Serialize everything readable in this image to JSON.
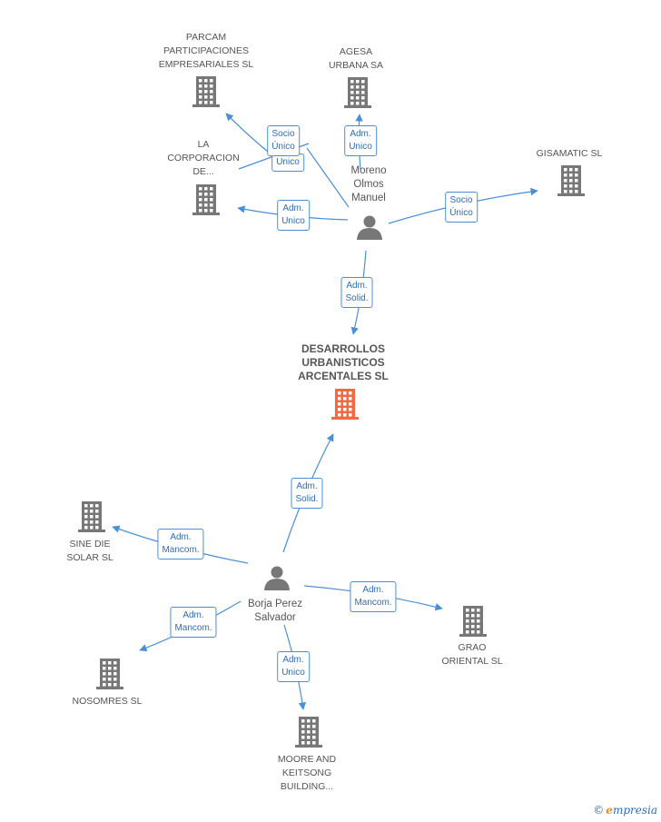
{
  "colors": {
    "edge": "#4a90d9",
    "company": "#777777",
    "main_company": "#f26a3d",
    "person": "#777777"
  },
  "nodes": [
    {
      "id": "parcam",
      "kind": "company",
      "label_lines": [
        "PARCAM",
        "PARTICIPACIONES",
        "EMPRESARIALES SL"
      ]
    },
    {
      "id": "agesa",
      "kind": "company",
      "label_lines": [
        "AGESA",
        "URBANA SA"
      ]
    },
    {
      "id": "corporacion",
      "kind": "company",
      "label_lines": [
        "LA",
        "CORPORACION",
        "DE..."
      ]
    },
    {
      "id": "gisamatic",
      "kind": "company",
      "label_lines": [
        "GISAMATIC SL"
      ]
    },
    {
      "id": "moreno",
      "kind": "person",
      "label_lines": [
        "Moreno",
        "Olmos",
        "Manuel"
      ]
    },
    {
      "id": "desarrollos",
      "kind": "main",
      "label_lines": [
        "DESARROLLOS",
        "URBANISTICOS",
        "ARCENTALES SL"
      ]
    },
    {
      "id": "sinedie",
      "kind": "company",
      "label_lines": [
        "SINE DIE",
        "SOLAR SL"
      ]
    },
    {
      "id": "borja",
      "kind": "person",
      "label_lines": [
        "Borja Perez",
        "Salvador"
      ]
    },
    {
      "id": "grao",
      "kind": "company",
      "label_lines": [
        "GRAO",
        "ORIENTAL SL"
      ]
    },
    {
      "id": "nosomres",
      "kind": "company",
      "label_lines": [
        "NOSOMRES SL"
      ]
    },
    {
      "id": "moore",
      "kind": "company",
      "label_lines": [
        "MOORE AND",
        "KEITSONG",
        "BUILDING..."
      ]
    }
  ],
  "edges": [
    {
      "from": "moreno",
      "to": "parcam",
      "label_lines": [
        "Socio",
        "Único"
      ]
    },
    {
      "from": "moreno",
      "to": "corporacion",
      "label_lines": [
        "Adm.",
        "Unico"
      ]
    },
    {
      "from": "moreno",
      "to": "agesa",
      "label_lines": [
        "Adm.",
        "Unico"
      ]
    },
    {
      "from": "moreno",
      "to": "gisamatic",
      "label_lines": [
        "Socio",
        "Único"
      ]
    },
    {
      "from": "moreno",
      "to": "desarrollos",
      "label_lines": [
        "Adm.",
        "Solid."
      ]
    },
    {
      "from": "borja",
      "to": "desarrollos",
      "label_lines": [
        "Adm.",
        "Solid."
      ]
    },
    {
      "from": "borja",
      "to": "sinedie",
      "label_lines": [
        "Adm.",
        "Mancom."
      ]
    },
    {
      "from": "borja",
      "to": "grao",
      "label_lines": [
        "Adm.",
        "Mancom."
      ]
    },
    {
      "from": "borja",
      "to": "nosomres",
      "label_lines": [
        "Adm.",
        "Mancom."
      ]
    },
    {
      "from": "borja",
      "to": "moore",
      "label_lines": [
        "Adm.",
        "Unico"
      ]
    }
  ],
  "overlay_label": {
    "label_lines": [
      "Unico"
    ]
  },
  "brand": {
    "symbol": "©",
    "initial": "e",
    "rest": "mpresia"
  }
}
